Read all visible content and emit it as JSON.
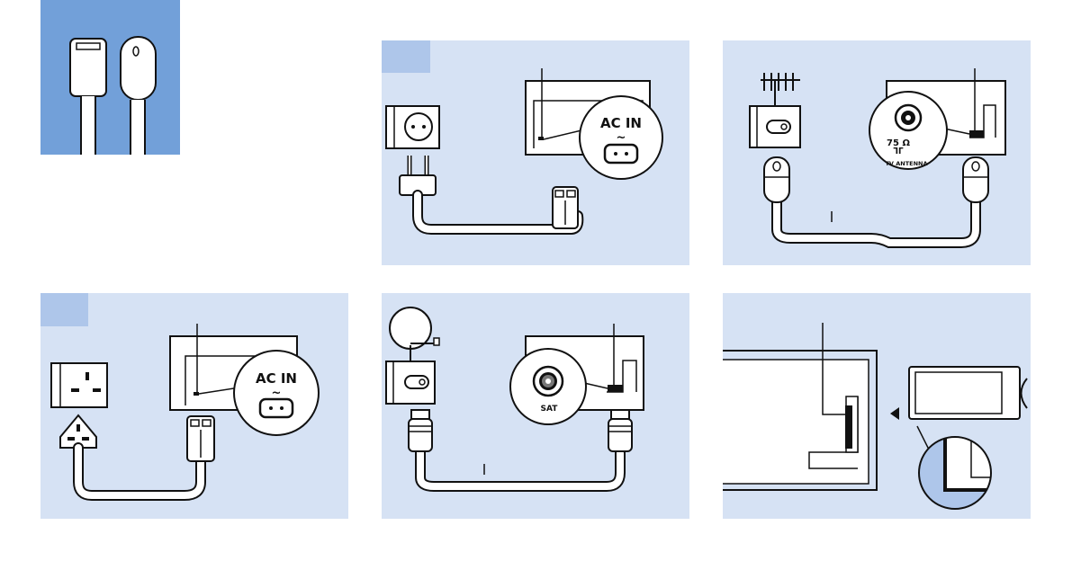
{
  "colors": {
    "panel_bg": "#d6e2f4",
    "tab_bg": "#aec6ea",
    "legend_bg": "#72a0d9",
    "line": "#111111",
    "white": "#ffffff"
  },
  "panels": {
    "eu_power": {
      "ac_in_label": "AC IN",
      "tilde": "~"
    },
    "uk_power": {
      "ac_in_label": "AC IN",
      "tilde": "~"
    },
    "antenna": {
      "ohm_label": "75 Ω",
      "antenna_label": "TV ANTENNA"
    },
    "satellite": {
      "sat_label": "SAT"
    }
  }
}
